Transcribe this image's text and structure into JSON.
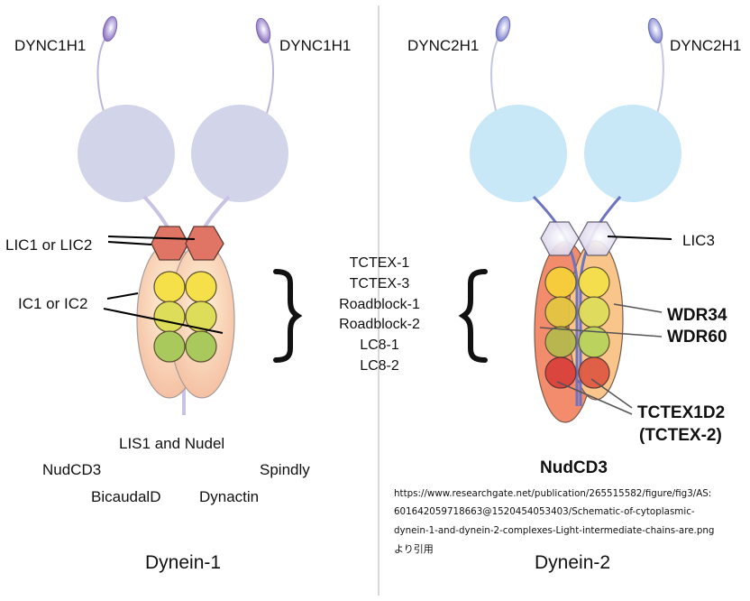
{
  "colors": {
    "divider": "#d9d9d9",
    "dynein1_head": "#d2d4ea",
    "dynein1_stalk": "#bcb6dc",
    "dynein1_lic": "#e07565",
    "dynein1_ic": "#f6c4a8",
    "dynein2_head": "#c8e7f7",
    "dynein2_stalk": "#6b73c2",
    "dynein2_lic": "#e6e2f2",
    "dynein2_ic_left": "#f28c6c",
    "dynein2_ic_right": "#f9c58a",
    "lc_yellow": "#f5e04a",
    "lc_yellowgreen": "#dedd5a",
    "lc_green": "#a9c95c",
    "lc_red": "#d9493f",
    "tip": "#9a86c9"
  },
  "dynein1": {
    "heavy_chain_left": "DYNC1H1",
    "heavy_chain_right": "DYNC1H1",
    "lic_label": "LIC1 or LIC2",
    "ic_label": "IC1 or IC2",
    "interactors": {
      "lis1": "LIS1 and Nudel",
      "nudcd3": "NudCD3",
      "spindly": "Spindly",
      "bicaudald": "BicaudalD",
      "dynactin": "Dynactin"
    },
    "title": "Dynein-1"
  },
  "shared_light_chains": [
    "TCTEX-1",
    "TCTEX-3",
    "Roadblock-1",
    "Roadblock-2",
    "LC8-1",
    "LC8-2"
  ],
  "dynein2": {
    "heavy_chain_left": "DYNC2H1",
    "heavy_chain_right": "DYNC2H1",
    "lic_label": "LIC3",
    "ic_label_1": "WDR34",
    "ic_label_2": "WDR60",
    "tctex_label_1": "TCTEX1D2",
    "tctex_label_2": "(TCTEX-2)",
    "interactor": "NudCD3",
    "title": "Dynein-2"
  },
  "citation": {
    "line1": "https://www.researchgate.net/publication/265515582/figure/fig3/AS:",
    "line2": "601642059718663@1520454053403/Schematic-of-cytoplasmic-",
    "line3": "dynein-1-and-dynein-2-complexes-Light-intermediate-chains-are.png",
    "line4": "より引用"
  }
}
